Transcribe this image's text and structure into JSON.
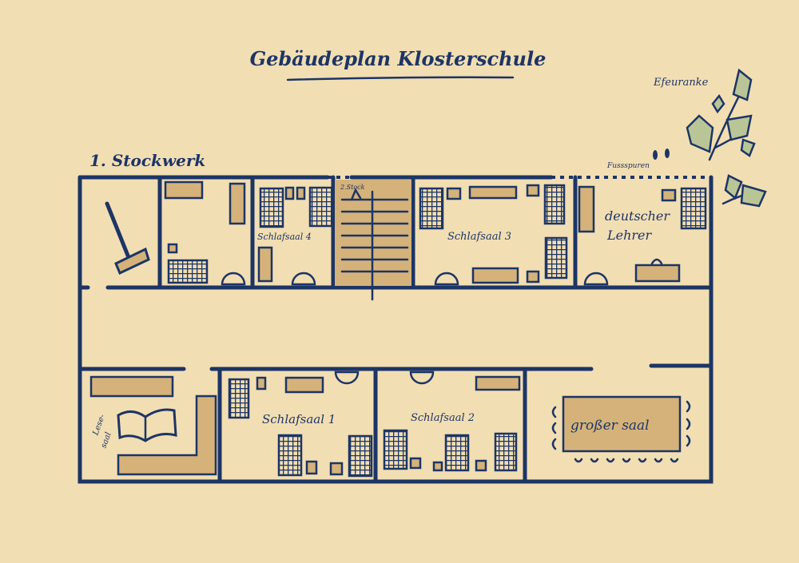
{
  "title": "Gebäudeplan Klosterschule",
  "floor_label": "1. Stockwerk",
  "rooms": {
    "dorm4": "Schlafsaal 4",
    "dorm3": "Schlafsaal 3",
    "dorm1": "Schlafsaal 1",
    "dorm2": "Schlafsaal 2",
    "teacher_line1": "deutscher",
    "teacher_line2": "Lehrer",
    "hall": "großer saal",
    "reading_line1": "Lese-",
    "reading_line2": "saal"
  },
  "stairs_label": "2.Stock",
  "annotations": {
    "footprints": "Fussspuren",
    "ivy": "Efeuranke"
  },
  "colors": {
    "paper": "#f2deb3",
    "ink": "#1c3565",
    "furniture": "#d4b27a",
    "pillow": "#b9c6bd",
    "leaf": "#b9c596"
  }
}
